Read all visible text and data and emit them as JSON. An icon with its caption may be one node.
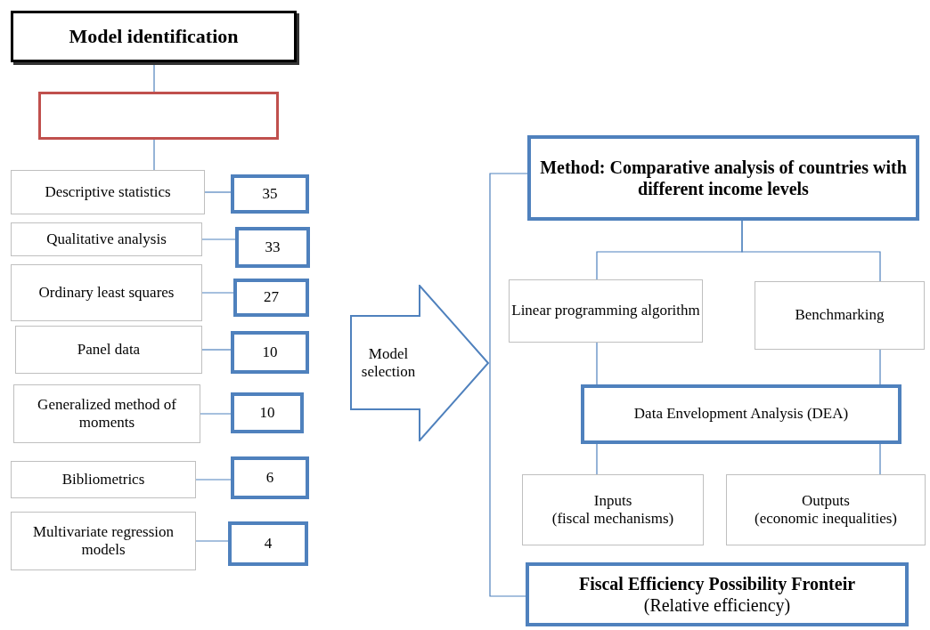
{
  "diagram": {
    "nodes": [
      {
        "text": [
          "Model identification"
        ]
      },
      {
        "text": [],
        "shape": "box"
      },
      {
        "text": [
          "Descriptive statistics"
        ]
      },
      {
        "text": [
          "35"
        ]
      },
      {
        "text": [
          "Qualitative analysis"
        ]
      },
      {
        "text": [
          "33"
        ]
      },
      {
        "text": [
          "Ordinary least squares"
        ]
      },
      {
        "text": [
          "27"
        ]
      },
      {
        "text": [
          "Panel data"
        ]
      },
      {
        "text": [
          "10"
        ]
      },
      {
        "text": [
          "Generalized method of moments"
        ]
      },
      {
        "text": [
          "10"
        ]
      },
      {
        "text": [
          "Bibliometrics"
        ]
      },
      {
        "text": [
          "6"
        ]
      },
      {
        "text": [
          "Multivariate regression models"
        ]
      },
      {
        "text": [
          "4"
        ]
      },
      {
        "text": [
          "Model selection"
        ]
      },
      {
        "text": [
          "Method: Comparative analysis of countries with different income levels"
        ]
      },
      {
        "text": [
          "Linear programming algorithm"
        ]
      },
      {
        "text": [
          "Benchmarking"
        ]
      },
      {
        "text": [
          "Data Envelopment Analysis (DEA)"
        ]
      },
      {
        "text": [
          "Inputs",
          "(fiscal mechanisms)"
        ]
      },
      {
        "text": [
          "Outputs",
          "(economic inequalities)"
        ]
      },
      {
        "text": [
          "Fiscal Efficiency Possibility Fronteir",
          "(Relative efficiency)"
        ]
      }
    ],
    "edges": [
      {
        "from": 0,
        "to": 1,
        "arrow": "none"
      },
      {
        "from": 1,
        "to": 2,
        "arrow": "none"
      },
      {
        "from": 2,
        "to": 3,
        "arrow": "none"
      },
      {
        "from": 4,
        "to": 5,
        "arrow": "none"
      },
      {
        "from": 6,
        "to": 7,
        "arrow": "none"
      },
      {
        "from": 8,
        "to": 9,
        "arrow": "none"
      },
      {
        "from": 10,
        "to": 11,
        "arrow": "none"
      },
      {
        "from": 12,
        "to": 13,
        "arrow": "none"
      },
      {
        "from": 14,
        "to": 15,
        "arrow": "none"
      },
      {
        "from": 17,
        "to": 23,
        "arrow": "none"
      },
      {
        "from": 17,
        "to": 18,
        "arrow": "none"
      },
      {
        "from": 17,
        "to": 19,
        "arrow": "none"
      },
      {
        "from": 18,
        "to": 20,
        "arrow": "none"
      },
      {
        "from": 19,
        "to": 20,
        "arrow": "none"
      },
      {
        "from": 20,
        "to": 21,
        "arrow": "none"
      },
      {
        "from": 20,
        "to": 22,
        "arrow": "none"
      }
    ]
  }
}
